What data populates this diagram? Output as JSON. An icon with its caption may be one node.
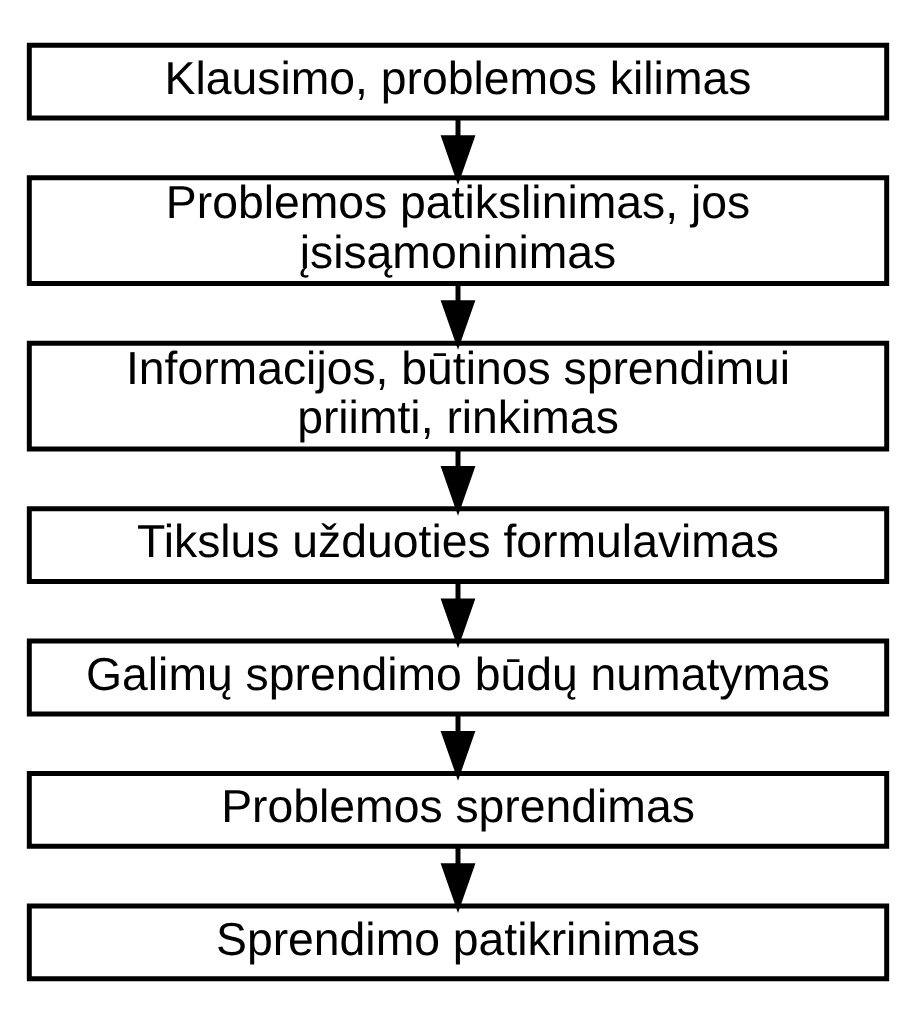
{
  "diagram": {
    "nodes": [
      {
        "text": [
          "Klausimo, problemos kilimas"
        ]
      },
      {
        "text": [
          "Problemos patikslinimas, jos įsisąmoninimas"
        ]
      },
      {
        "text": [
          "Informacijos, būtinos sprendimui priimti, rinkimas"
        ]
      },
      {
        "text": [
          "Tikslus užduoties formulavimas"
        ]
      },
      {
        "text": [
          "Galimų sprendimo būdų numatymas"
        ]
      },
      {
        "text": [
          "Problemos sprendimas"
        ]
      },
      {
        "text": [
          "Sprendimo patikrinimas"
        ]
      }
    ],
    "edges": [
      {
        "from": 0,
        "to": 1,
        "arrow": "to"
      },
      {
        "from": 1,
        "to": 2,
        "arrow": "to"
      },
      {
        "from": 2,
        "to": 3,
        "arrow": "to"
      },
      {
        "from": 3,
        "to": 4,
        "arrow": "to"
      },
      {
        "from": 4,
        "to": 5,
        "arrow": "to"
      },
      {
        "from": 5,
        "to": 6,
        "arrow": "to"
      }
    ]
  }
}
